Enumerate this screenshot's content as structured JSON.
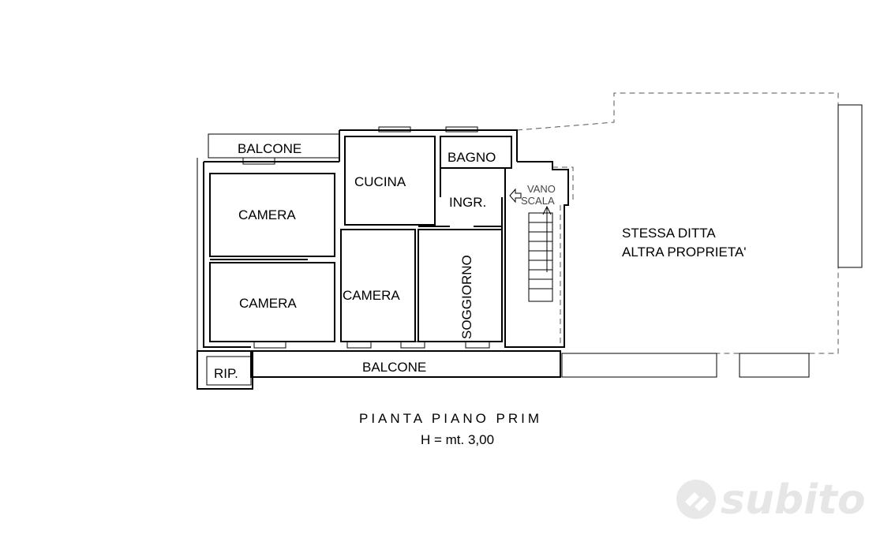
{
  "rooms": {
    "balcone_top": "BALCONE",
    "cucina": "CUCINA",
    "bagno": "BAGNO",
    "vano_scala_1": "VANO",
    "vano_scala_2": "SCALA",
    "ingresso": "INGR.",
    "camera_1": "CAMERA",
    "camera_2": "CAMERA",
    "camera_3": "CAMERA",
    "soggiorno": "SOGGIORNO",
    "balcone_bottom": "BALCONE",
    "ripostiglio": "RIP."
  },
  "neighbor": {
    "line1": "STESSA DITTA",
    "line2": "ALTRA PROPRIETA'"
  },
  "caption": {
    "title": "PIANTA PIANO PRIM",
    "height": "H = mt. 3,00"
  },
  "watermark": {
    "brand": "subito"
  }
}
